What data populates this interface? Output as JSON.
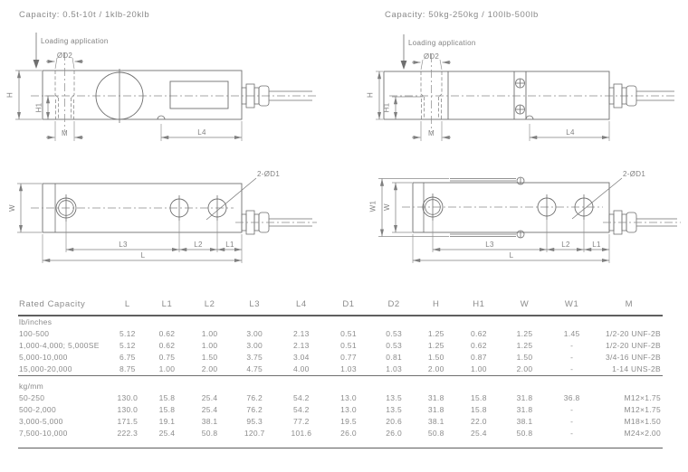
{
  "titles": {
    "left": "Capacity: 0.5t-10t / 1klb-20klb",
    "right": "Capacity: 50kg-250kg / 100lb-500lb"
  },
  "drawing_labels": {
    "loading_application": "Loading application",
    "d2": "ØD2",
    "d1_callout": "2-ØD1",
    "h": "H",
    "h1": "H1",
    "m": "M",
    "l4": "L4",
    "w": "W",
    "w1": "W1",
    "l": "L",
    "l1": "L1",
    "l2": "L2",
    "l3": "L3"
  },
  "colors": {
    "line_gray": "#6f6f6f",
    "text_gray": "#8c8c8c",
    "rule_gray": "#5f5f5f"
  },
  "table": {
    "columns": [
      "Rated Capacity",
      "L",
      "L1",
      "L2",
      "L3",
      "L4",
      "D1",
      "D2",
      "H",
      "H1",
      "W",
      "W1",
      "M"
    ],
    "sections": [
      {
        "unit_label": "lb/inches",
        "rows": [
          [
            "100-500",
            "5.12",
            "0.62",
            "1.00",
            "3.00",
            "2.13",
            "0.51",
            "0.53",
            "1.25",
            "0.62",
            "1.25",
            "1.45",
            "1/2-20 UNF-2B"
          ],
          [
            "1,000-4,000; 5,000SE",
            "5.12",
            "0.62",
            "1.00",
            "3.00",
            "2.13",
            "0.51",
            "0.53",
            "1.25",
            "0.62",
            "1.25",
            "-",
            "1/2-20 UNF-2B"
          ],
          [
            "5,000-10,000",
            "6.75",
            "0.75",
            "1.50",
            "3.75",
            "3.04",
            "0.77",
            "0.81",
            "1.50",
            "0.87",
            "1.50",
            "-",
            "3/4-16 UNF-2B"
          ],
          [
            "15,000-20,000",
            "8.75",
            "1.00",
            "2.00",
            "4.75",
            "4.00",
            "1.03",
            "1.03",
            "2.00",
            "1.00",
            "2.00",
            "-",
            "1-14 UNS-2B"
          ]
        ]
      },
      {
        "unit_label": "kg/mm",
        "rows": [
          [
            "50-250",
            "130.0",
            "15.8",
            "25.4",
            "76.2",
            "54.2",
            "13.0",
            "13.5",
            "31.8",
            "15.8",
            "31.8",
            "36.8",
            "M12×1.75"
          ],
          [
            "500-2,000",
            "130.0",
            "15.8",
            "25.4",
            "76.2",
            "54.2",
            "13.0",
            "13.5",
            "31.8",
            "15.8",
            "31.8",
            "-",
            "M12×1.75"
          ],
          [
            "3,000-5,000",
            "171.5",
            "19.1",
            "38.1",
            "95.3",
            "77.2",
            "19.5",
            "20.6",
            "38.1",
            "22.0",
            "38.1",
            "-",
            "M18×1.50"
          ],
          [
            "7,500-10,000",
            "222.3",
            "25.4",
            "50.8",
            "120.7",
            "101.6",
            "26.0",
            "26.0",
            "50.8",
            "25.4",
            "50.8",
            "-",
            "M24×2.00"
          ]
        ]
      }
    ]
  }
}
